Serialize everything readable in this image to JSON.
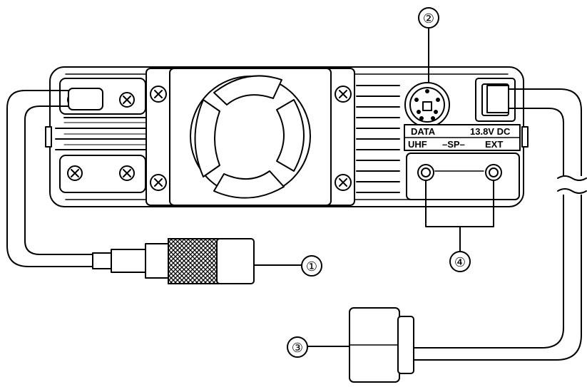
{
  "panel_labels": {
    "data": "DATA",
    "dc": "13.8V DC",
    "uhf": "UHF",
    "sp": "–SP–",
    "ext": "EXT"
  },
  "callouts": {
    "c1": "①",
    "c2": "②",
    "c3": "③",
    "c4": "④"
  }
}
